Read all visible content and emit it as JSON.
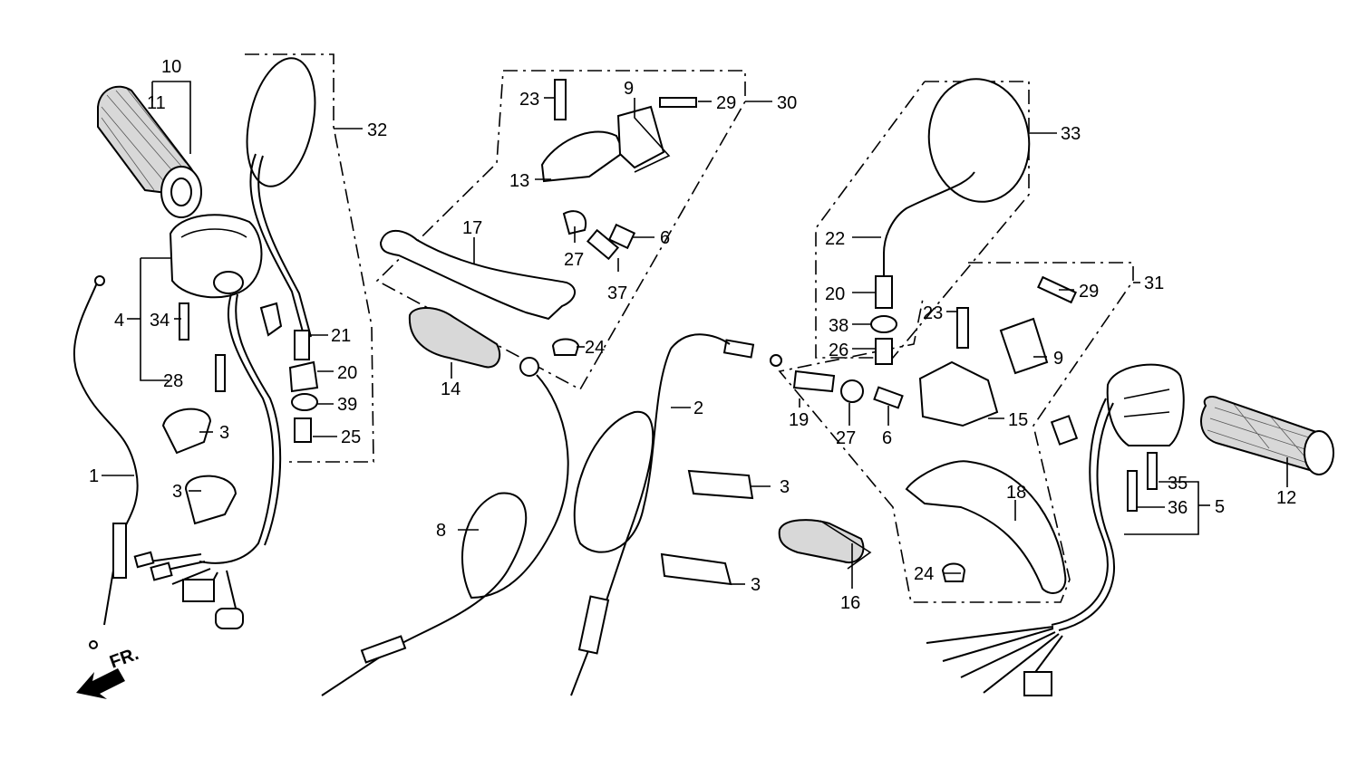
{
  "labels": {
    "l1": "1",
    "l2": "2",
    "l3a": "3",
    "l3b": "3",
    "l3c": "3",
    "l3d": "3",
    "l4": "4",
    "l5": "5",
    "l6a": "6",
    "l6b": "6",
    "l8": "8",
    "l9a": "9",
    "l9b": "9",
    "l10": "10",
    "l11": "11",
    "l12": "12",
    "l13": "13",
    "l14": "14",
    "l15": "15",
    "l16": "16",
    "l17": "17",
    "l18": "18",
    "l19": "19",
    "l20a": "20",
    "l20b": "20",
    "l21": "21",
    "l22": "22",
    "l23a": "23",
    "l23b": "23",
    "l24a": "24",
    "l24b": "24",
    "l25": "25",
    "l26": "26",
    "l27a": "27",
    "l27b": "27",
    "l28": "28",
    "l29a": "29",
    "l29b": "29",
    "l30": "30",
    "l31": "31",
    "l32": "32",
    "l33": "33",
    "l34": "34",
    "l35": "35",
    "l36": "36",
    "l37": "37",
    "l38": "38",
    "l39": "39"
  },
  "front_marker": "FR."
}
